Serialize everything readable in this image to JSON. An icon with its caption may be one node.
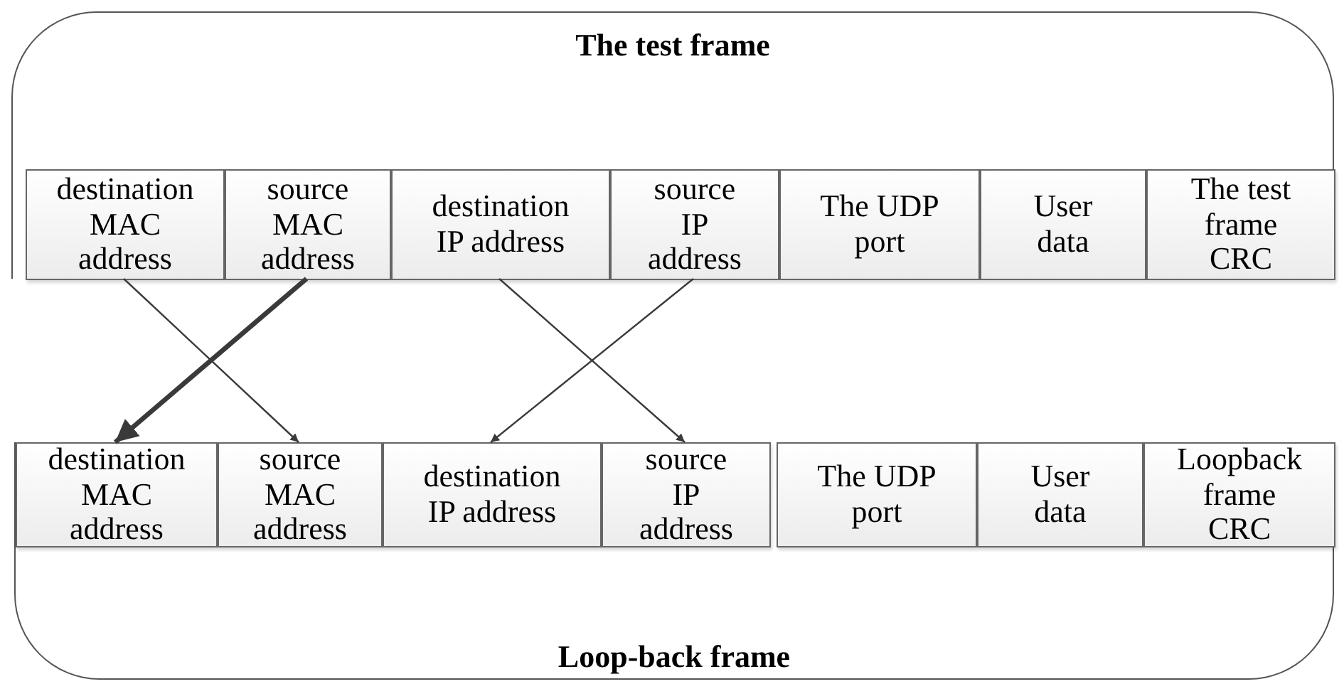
{
  "diagram": {
    "nodes": [
      {
        "text": [
          "The test frame"
        ]
      },
      {
        "text": [
          "destination MAC address"
        ],
        "in": 0
      },
      {
        "text": [
          "source MAC address"
        ],
        "in": 0
      },
      {
        "text": [
          "destination IP address"
        ],
        "in": 0
      },
      {
        "text": [
          "source IP address"
        ],
        "in": 0
      },
      {
        "text": [
          "The UDP port"
        ],
        "in": 0
      },
      {
        "text": [
          "User data"
        ],
        "in": 0
      },
      {
        "text": [
          "The test frame CRC"
        ],
        "in": 0
      },
      {
        "text": [
          "Loop-back frame"
        ]
      },
      {
        "text": [
          "destination MAC address"
        ],
        "in": 8
      },
      {
        "text": [
          "source MAC address"
        ],
        "in": 8
      },
      {
        "text": [
          "destination IP address"
        ],
        "in": 8
      },
      {
        "text": [
          "source IP address"
        ],
        "in": 8
      },
      {
        "text": [
          "The UDP port"
        ],
        "in": 8
      },
      {
        "text": [
          "User data"
        ],
        "in": 8
      },
      {
        "text": [
          "Loopback frame CRC"
        ],
        "in": 8
      }
    ],
    "edges": [
      {
        "from": 1,
        "to": 10,
        "arrow": "to"
      },
      {
        "from": 2,
        "to": 9,
        "arrow": "to",
        "style": "thick"
      },
      {
        "from": 3,
        "to": 12,
        "arrow": "to"
      },
      {
        "from": 4,
        "to": 11,
        "arrow": "to"
      }
    ]
  }
}
